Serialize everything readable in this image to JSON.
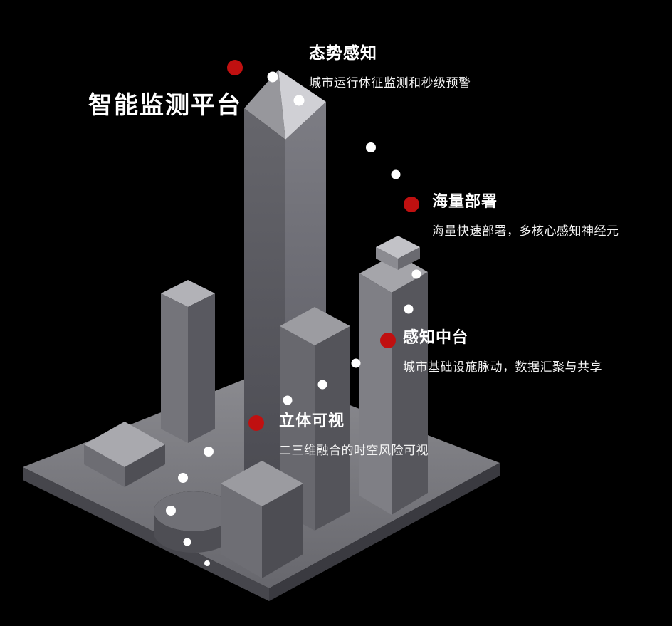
{
  "title": "智能监测平台",
  "features": [
    {
      "heading": "态势感知",
      "description": "城市运行体征监测和秒级预警"
    },
    {
      "heading": "海量部署",
      "description": "海量快速部署，多核心感知神经元"
    },
    {
      "heading": "感知中台",
      "description": "城市基础设施脉动，数据汇聚与共享"
    },
    {
      "heading": "立体可视",
      "description": "二三维融合的时空风险可视"
    }
  ],
  "colors": {
    "background": "#000000",
    "accent_red": "#c01010",
    "text_primary": "#ffffff",
    "text_secondary": "#f2f2f2",
    "model_gray_light": "#c6c6cb",
    "model_gray_mid": "#7f7f85",
    "model_gray_dark": "#4a4a50"
  }
}
